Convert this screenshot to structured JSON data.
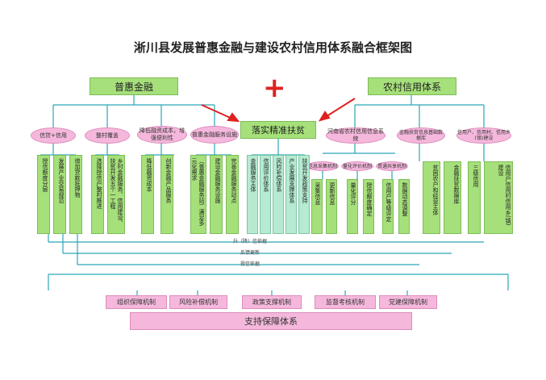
{
  "title": "淅川县发展普惠金融与建设农村信用体系融合框架图",
  "plus": "+",
  "top_left": "普惠金融",
  "top_right": "农村信用体系",
  "center": "落实精准扶贫",
  "left_groups": [
    "信贷+信用",
    "整村覆盖",
    "降低融资成本，增强便利性",
    "普惠金融服务设施"
  ],
  "right_groups": [
    "河南省农村信用信息系统",
    "金融扶贫信息基础数据库",
    "信用户、信用村、信用乡(镇)建设"
  ],
  "right_subs": [
    "信息采集机制",
    "量化评价机制",
    "贯通共享机制"
  ],
  "left_columns": [
    "授信额度分层",
    "发展产业交易规范",
    "增加贷款抵押物",
    "选择授信户整村推进",
    "乡村金融服务、信用建设、扶贫开发五个一工程",
    "降低融资成本",
    "创新金融产品服务",
    "（普惠金融服务站）满足多元化需求",
    "建设金融服务设施",
    "完善金融服务站点"
  ],
  "center_columns": [
    "金融服务主体",
    "信用评价体系",
    "风险补偿体系",
    "产业发展支撑体系",
    "扶贫开发政策支持"
  ],
  "right_columns": [
    "采集信息",
    "更新信息",
    "量化评分",
    "授信额度确定",
    "信用户等级评定",
    "数据动态调整",
    "贫困农户和经营主体",
    "金融扶贫数据库",
    "三级信用",
    "信用户信用村信用乡(镇)建设"
  ],
  "flow_labels": [
    "升（降）信依据",
    "反馈更新",
    "授信依据"
  ],
  "mechanisms": [
    "组织保障机制",
    "风险补偿机制",
    "政策支撑机制",
    "监督考核机制",
    "党建保障机制"
  ],
  "bottom": "支持保障体系",
  "colors": {
    "green": "#a6e07a",
    "pink": "#f5b8dc",
    "teal": "#2aa7b8",
    "arrow": "#e02020"
  }
}
